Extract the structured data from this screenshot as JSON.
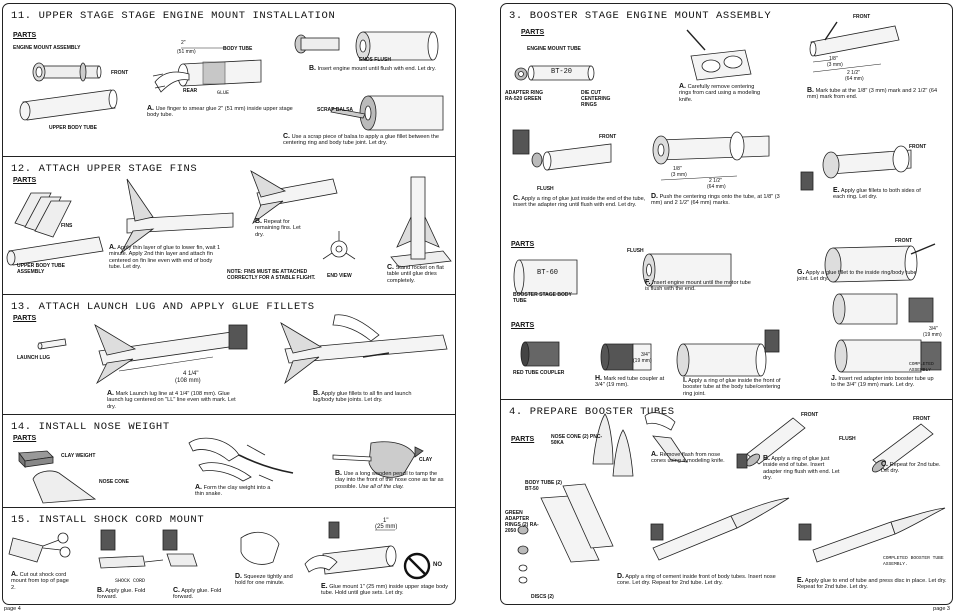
{
  "left_page": {
    "page_number": "page 4",
    "s11": {
      "title": "11. UPPER STAGE STAGE ENGINE MOUNT INSTALLATION",
      "parts": "PARTS",
      "engine_mount_assembly": "ENGINE MOUNT ASSEMBLY",
      "front": "FRONT",
      "upper_body_tube": "UPPER BODY TUBE",
      "dim_2in": "2\"",
      "dim_51mm": "(51 mm)",
      "rear": "REAR",
      "body_tube": "BODY TUBE",
      "glue": "GLUE",
      "ends_flush": "ENDS FLUSH",
      "scrap_balsa": "SCRAP BALSA",
      "step_a_letter": "A.",
      "step_a": "Use finger to smear glue 2\" (51 mm) inside upper stage body tube.",
      "step_b_letter": "B.",
      "step_b": "Insert engine mount until flush with end. Let dry.",
      "step_c_letter": "C.",
      "step_c": "Use a scrap piece of balsa to apply a glue fillet between the centering ring and body tube joint. Let dry."
    },
    "s12": {
      "title": "12. ATTACH UPPER STAGE FINS",
      "parts": "PARTS",
      "fins": "FINS",
      "upper_body_tube_assembly": "UPPER BODY TUBE ASSEMBLY",
      "step_a_letter": "A.",
      "step_a": "Apply thin layer of glue to lower fin, wait 1 minute. Apply 2nd thin layer and attach fin centered on fin line even with end of body tube. Let dry.",
      "step_b_letter": "B.",
      "step_b": "Repeat for remaining fins. Let dry.",
      "note": "NOTE: FINS MUST BE ATTACHED CORRECTLY FOR A STABLE FLIGHT.",
      "end_view": "END VIEW",
      "step_c_letter": "C.",
      "step_c": "Stand rocket on flat table until glue dries completely."
    },
    "s13": {
      "title": "13. ATTACH LAUNCH LUG AND APPLY GLUE FILLETS",
      "parts": "PARTS",
      "launch_lug": "LAUNCH LUG",
      "dim_4_14": "4 1/4\"",
      "dim_108mm": "(108 mm)",
      "step_a_letter": "A.",
      "step_a": "Mark Launch lug line at 4 1/4\" (108 mm). Glue launch lug centered on \"LL\" line even with mark. Let dry.",
      "step_b_letter": "B.",
      "step_b": "Apply glue fillets to all fin and launch lug/body tube joints. Let dry."
    },
    "s14": {
      "title": "14. INSTALL NOSE WEIGHT",
      "parts": "PARTS",
      "clay_weight": "CLAY WEIGHT",
      "nose_cone": "NOSE CONE",
      "step_a_letter": "A.",
      "step_a": "Form the clay weight into a thin snake.",
      "clay": "CLAY",
      "step_b_letter": "B.",
      "step_b": "Use a long wooden pencil to tamp the clay into the front of the nose cone as far as possible.",
      "step_b_emph": "Use all of the clay."
    },
    "s15": {
      "title": "15. INSTALL SHOCK CORD MOUNT",
      "step_a_letter": "A.",
      "step_a": "Cut out shock cord mount from top of page 2.",
      "shock_cord": "SHOCK CORD",
      "step_b_letter": "B.",
      "step_b": "Apply glue. Fold forward.",
      "step_c_letter": "C.",
      "step_c": "Apply glue. Fold forward.",
      "step_d_letter": "D.",
      "step_d": "Squeeze tightly and hold for one minute.",
      "dim_1in": "1\"",
      "dim_25mm": "(25 mm)",
      "no": "NO",
      "step_e_letter": "E.",
      "step_e": "Glue mount 1\" (25 mm) inside upper stage body tube. Hold until glue sets. Let dry."
    }
  },
  "right_page": {
    "page_number": "page 3",
    "s3": {
      "title": "3. BOOSTER STAGE ENGINE MOUNT ASSEMBLY",
      "parts": "PARTS",
      "engine_mount_tube": "ENGINE MOUNT TUBE",
      "bt20": "BT-20",
      "adapter_ring": "ADAPTER RING RA-520 GREEN",
      "die_cut_rings": "DIE CUT CENTERING RINGS",
      "step_a_letter": "A.",
      "step_a": "Carefully remove centering rings from card using a modeling knife.",
      "front_b": "FRONT",
      "dim_18": "1/8\"",
      "dim_3mm": "(3 mm)",
      "dim_2_12": "2 1/2\"",
      "dim_64mm": "(64 mm)",
      "step_b_letter": "B.",
      "step_b": "Mark tube at the 1/8\" (3 mm) mark and 2 1/2\" (64 mm) mark from end.",
      "front_c": "FRONT",
      "flush_c": "FLUSH",
      "step_c_letter": "C.",
      "step_c": "Apply a ring of glue just inside the end of the tube, insert the adapter ring until flush with end. Let dry.",
      "step_d_letter": "D.",
      "step_d": "Push the centering rings onto the tube, at 1/8\" (3 mm) and 2 1/2\" (64 mm) marks.",
      "front_e": "FRONT",
      "step_e_letter": "E.",
      "step_e": "Apply glue fillets to both sides of each ring. Let dry.",
      "parts2": "PARTS",
      "bt60": "BT-60",
      "booster_stage_body_tube": "BOOSTER STAGE BODY TUBE",
      "flush_f": "FLUSH",
      "step_f_letter": "F.",
      "step_f": "Insert engine mount until the motor tube is flush with the end.",
      "front_g": "FRONT",
      "step_g_letter": "G.",
      "step_g": "Apply a glue fillet to the inside ring/body tube joint. Let dry.",
      "parts3": "PARTS",
      "red_tube_coupler": "RED TUBE COUPLER",
      "dim_34": "3/4\"",
      "dim_19mm": "(19 mm)",
      "step_h_letter": "H.",
      "step_h": "Mark red tube coupler at 3/4\" (19 mm).",
      "step_i_letter": "I.",
      "step_i": "Apply a ring of glue inside the front of booster tube at the body tube/centering ring joint.",
      "dim_34_j": "3/4\"",
      "dim_19mm_j": "(19 mm)",
      "completed_assembly": "COMPLETED ASSEMBLY",
      "step_j_letter": "J.",
      "step_j": "Insert red adapter into booster tube up to the 3/4\" (19 mm) mark. Let dry."
    },
    "s4": {
      "title": "4. PREPARE BOOSTER TUBES",
      "parts": "PARTS",
      "nose_cone_2": "NOSE CONE (2) PNC-50KA",
      "body_tube_2": "BODY TUBE (2) BT-50",
      "green_adapter_rings": "GREEN ADAPTER RINGS (2) RA-2050",
      "discs": "DISCS (2)",
      "step_a_letter": "A.",
      "step_a": "Remove flash from nose cones using a modeling knife.",
      "front_b": "FRONT",
      "step_b_letter": "B.",
      "step_b": "Apply a ring of glue just inside end of tube. Insert adapter ring flush with end. Let dry.",
      "front_c": "FRONT",
      "flush": "FLUSH",
      "step_c_letter": "C.",
      "step_c": "Repeat for 2nd tube. Let dry.",
      "step_d_letter": "D.",
      "step_d": "Apply a ring of cement inside front of body tubes. Insert nose cone. Let dry. Repeat for 2nd tube. Let dry.",
      "completed_booster": "COMPLETED BOOSTER TUBE ASSEMBLY.",
      "step_e_letter": "E.",
      "step_e": "Apply glue to end of tube and press disc in place. Let dry. Repeat for 2nd tube. Let dry."
    }
  }
}
